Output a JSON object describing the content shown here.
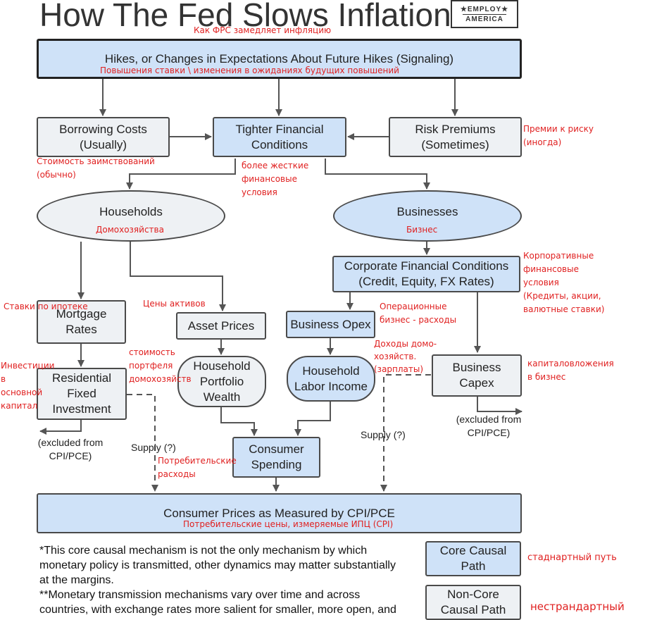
{
  "header": {
    "title": "How The Fed Slows Inflation",
    "title_ru": "Как ФРС замедляет инфляцию",
    "logo_line1": "★EMPLOY★",
    "logo_line2": "AMERICA"
  },
  "nodes": {
    "hikes": "Hikes, or Changes in Expectations About Future Hikes (Signaling)",
    "borrowing": "Borrowing Costs\n(Usually)",
    "tighter": "Tighter Financial\nConditions",
    "risk": "Risk Premiums\n(Sometimes)",
    "households": "Households",
    "businesses": "Businesses",
    "corporate": "Corporate Financial Conditions\n(Credit, Equity, FX Rates)",
    "mortgage": "Mortgage\nRates",
    "asset": "Asset Prices",
    "opex": "Business Opex",
    "residential": "Residential\nFixed\nInvestment",
    "portfolio": "Household\nPortfolio\nWealth",
    "labor": "Household\nLabor Income",
    "capex": "Business\nCapex",
    "consumer": "Consumer\nSpending",
    "cpi": "Consumer Prices as Measured by CPI/PCE"
  },
  "notes": {
    "excluded_left": "(excluded from\nCPI/PCE)",
    "excluded_right": "(excluded from\nCPI/PCE)",
    "supply_left": "Supply (?)",
    "supply_right": "Supply (?)"
  },
  "ru": {
    "hikes": "Повышения ставки \\ изменения в ожиданиях будущих повышений",
    "borrowing_1": "Стоимость заимствований",
    "borrowing_2": "(обычно)",
    "tighter_1": "более жесткие",
    "tighter_2": "финансовые",
    "tighter_3": "условия",
    "risk_1": "Премии к риску",
    "risk_2": "(иногда)",
    "households": "Домохозяйства",
    "businesses": "Бизнес",
    "corporate_1": "Корпоративные",
    "corporate_2": "финансовые",
    "corporate_3": "условия",
    "corporate_4": "(Кредиты, акции,",
    "corporate_5": "валютные ставки)",
    "mortgage": "Ставки по ипотеке",
    "asset": "Цены активов",
    "opex_1": "Операционные",
    "opex_2": "бизнес - расходы",
    "labor_1": "Доходы домо-",
    "labor_2": "хозяйств.",
    "labor_3": "(зарплаты)",
    "capex_1": "капиталовложения",
    "capex_2": "в бизнес",
    "residential_1": "Инвестиции",
    "residential_2": "в",
    "residential_3": "основной",
    "residential_4": "капитал",
    "portfolio_1": "стоимость",
    "portfolio_2": "портфеля",
    "portfolio_3": "домохозяйств",
    "consumer_1": "Потребительские",
    "consumer_2": "расходы",
    "cpi": "Потребительские цены, измеряемые ИПЦ (CPI)",
    "core": "стаднартный путь",
    "noncore": "нестрандартный"
  },
  "legend": {
    "core": "Core Causal\nPath",
    "noncore": "Non-Core\nCausal Path"
  },
  "footnotes": {
    "line1": "*This core causal mechanism is not the only mechanism by which",
    "line2": "monetary policy is transmitted, other dynamics may matter substantially",
    "line3": "at the margins.",
    "line4": "**Monetary transmission mechanisms vary over time and across",
    "line5": "countries, with exchange rates more salient for smaller, more open, and"
  },
  "colors": {
    "core_fill": "#cfe2f8",
    "noncore_fill": "#eef1f4",
    "arrow": "#555555",
    "translation": "#e02020"
  }
}
